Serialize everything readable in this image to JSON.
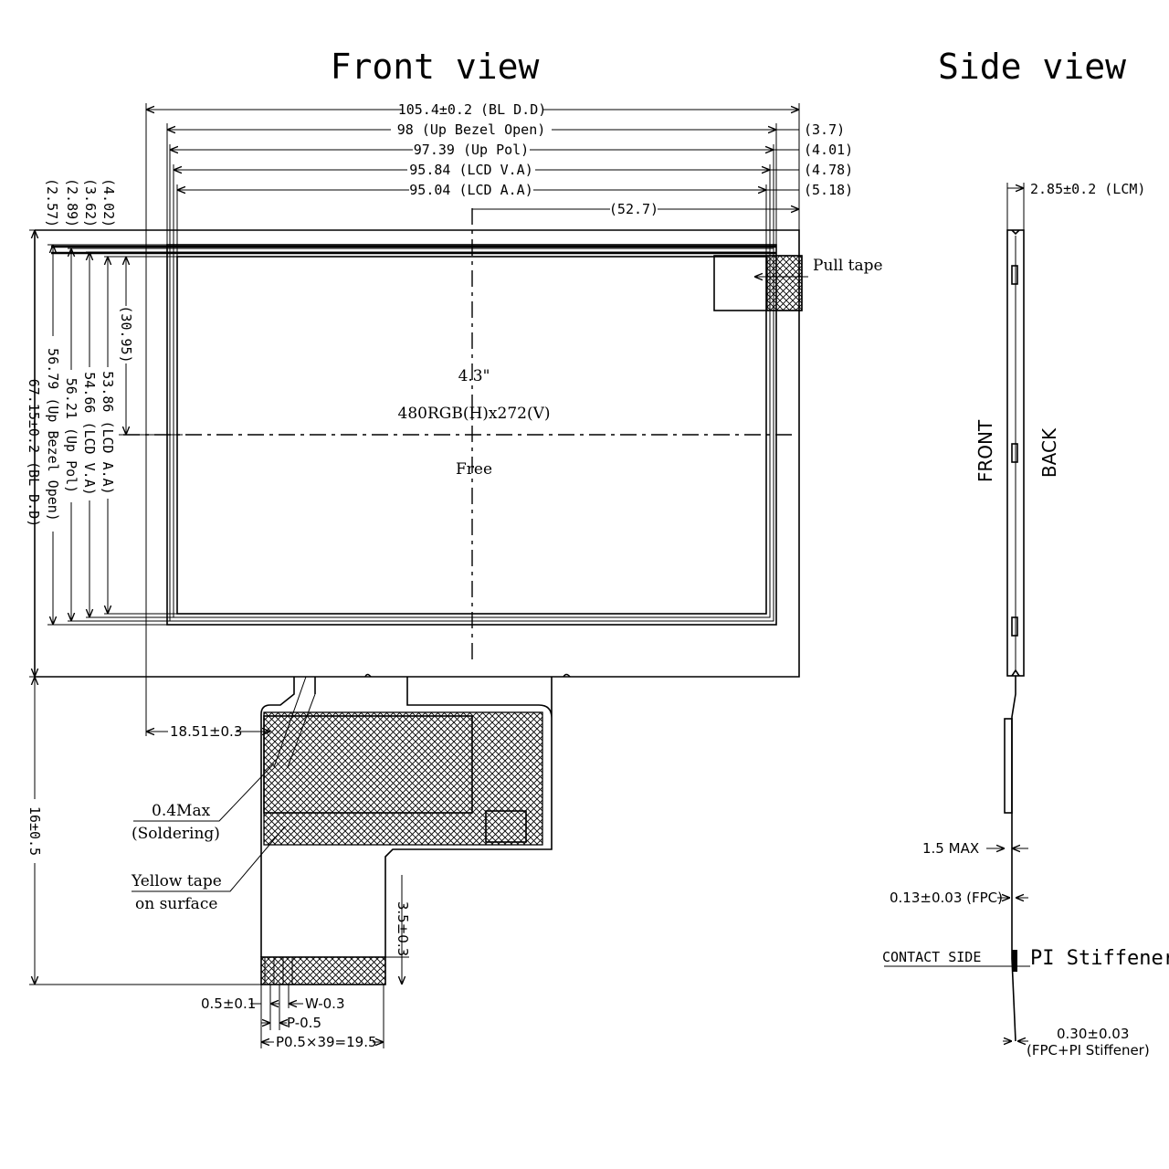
{
  "titles": {
    "front": "Front view",
    "side": "Side view"
  },
  "dims_top": {
    "bl_dd_w": "105.4±0.2 (BL D.D)",
    "bezel_w": "98 (Up Bezel Open)",
    "pol_w": "97.39 (Up Pol)",
    "va_w": "95.84 (LCD V.A)",
    "aa_w": "95.04 (LCD A.A)",
    "center_x": "(52.7)",
    "off_bezel": "(3.7)",
    "off_pol": "(4.01)",
    "off_va": "(4.78)",
    "off_aa": "(5.18)"
  },
  "dims_left": {
    "off1": "(2.57)",
    "off2": "(2.89)",
    "off3": "(3.62)",
    "off4": "(4.02)",
    "center_y": "(30.95)",
    "bl_dd_h": "67.15±0.2 (BL D.D)",
    "bezel_h": "56.79 (Up Bezel Open)",
    "pol_h": "56.21 (Up Pol)",
    "va_h": "54.66 (LCD V.A)",
    "aa_h": "53.86 (LCD A.A)",
    "fpc_len": "16±0.5"
  },
  "screen": {
    "size": "4.3\"",
    "resolution": "480RGB(H)x272(V)",
    "label": "Free"
  },
  "notes": {
    "pull_tape": "Pull tape",
    "solder_1": "0.4Max",
    "solder_2": "(Soldering)",
    "tape_1": "Yellow tape",
    "tape_2": "on surface"
  },
  "fpc_dims": {
    "offset": "18.51±0.3",
    "gold_len": "3.5±0.3",
    "gap": "0.5±0.1",
    "width": "W-0.3",
    "pitch": "P-0.5",
    "total": "P0.5×39=19.5"
  },
  "side": {
    "lcm": "2.85±0.2 (LCM)",
    "front": "FRONT",
    "back": "BACK",
    "max": "1.5 MAX",
    "fpc_t": "0.13±0.03 (FPC)",
    "contact": "CONTACT SIDE",
    "stiffener": "PI Stiffener",
    "total_t": "0.30±0.03",
    "total_t_note": "(FPC+PI Stiffener)"
  }
}
